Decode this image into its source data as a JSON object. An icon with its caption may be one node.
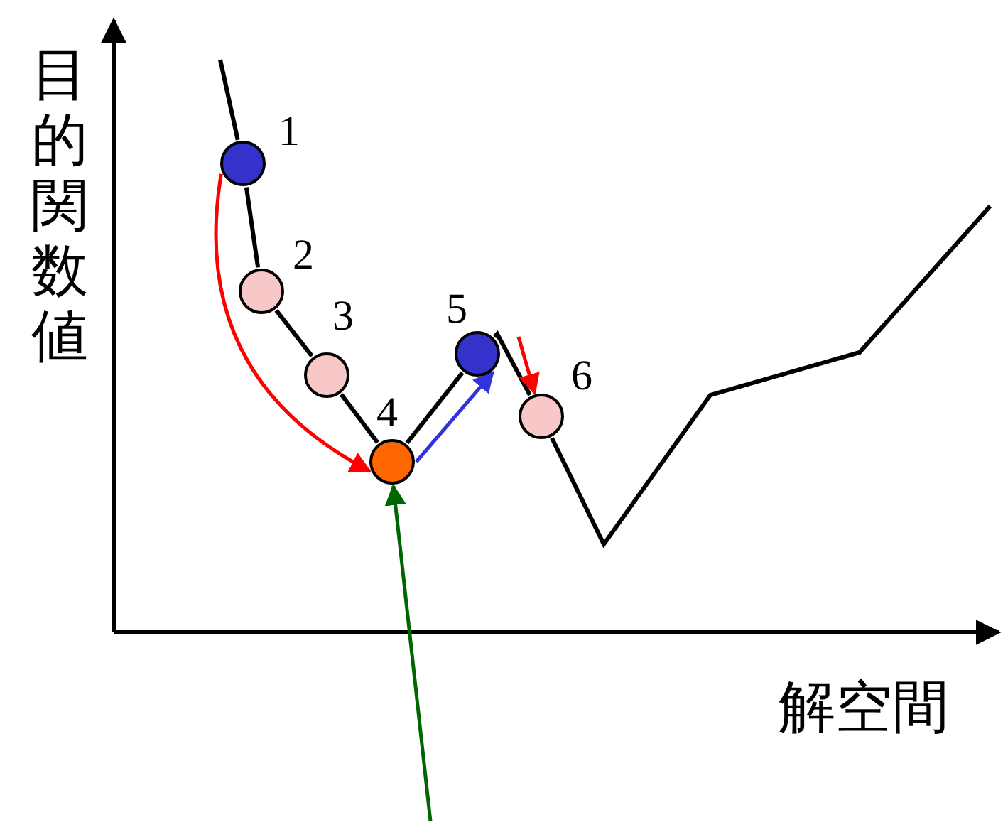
{
  "diagram": {
    "nodes": [
      {
        "text": [],
        "shape": "circle",
        "beside": [
          "1"
        ]
      },
      {
        "text": [],
        "shape": "circle",
        "beside": [
          "2"
        ]
      },
      {
        "text": [],
        "shape": "circle",
        "beside": [
          "3"
        ]
      },
      {
        "text": [],
        "shape": "circle",
        "beside": [
          "4"
        ]
      },
      {
        "text": [],
        "shape": "circle",
        "beside": [
          "5"
        ]
      },
      {
        "text": [],
        "shape": "circle",
        "beside": [
          "6"
        ]
      }
    ],
    "edges": [
      {
        "from": null,
        "to": 0,
        "arrow": "none"
      },
      {
        "from": 0,
        "to": 1,
        "arrow": "none"
      },
      {
        "from": 1,
        "to": 2,
        "arrow": "none"
      },
      {
        "from": 2,
        "to": 3,
        "arrow": "none"
      },
      {
        "from": 3,
        "to": 4,
        "arrow": "none"
      },
      {
        "from": 4,
        "to": 5,
        "arrow": "none"
      },
      {
        "from": 5,
        "to": null,
        "arrow": "none"
      },
      {
        "from": 0,
        "to": 3,
        "arrow": "to",
        "color": "#ff0000"
      },
      {
        "from": 3,
        "to": 4,
        "arrow": "to",
        "color": "#3333dd"
      },
      {
        "from": null,
        "to": 5,
        "arrow": "to",
        "color": "#ff0000"
      },
      {
        "from": null,
        "to": 3,
        "arrow": "to",
        "color": "#006600"
      }
    ],
    "labels": [
      "目的関数値",
      "解空間"
    ]
  }
}
